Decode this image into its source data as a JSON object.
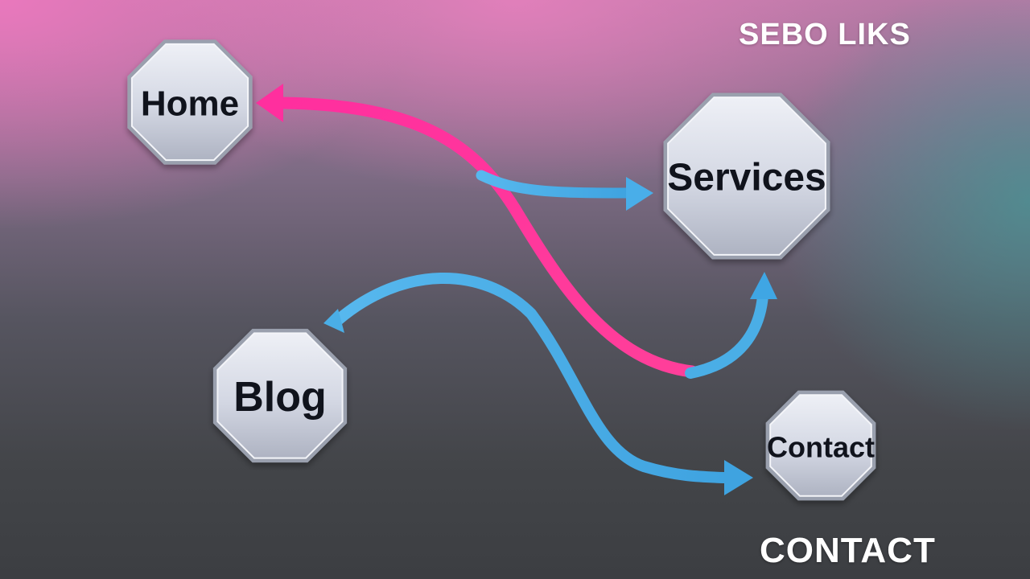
{
  "brand": {
    "text": "SEBO LIKS"
  },
  "footer": {
    "label": "CONTACT"
  },
  "nodes": {
    "home": {
      "label": "Home"
    },
    "services": {
      "label": "Services"
    },
    "blog": {
      "label": "Blog"
    },
    "contact": {
      "label": "Contact"
    }
  },
  "colors": {
    "pink_arrow": "#ff2f9e",
    "blue_arrow": "#3fa9e6",
    "node_fill": "#d2d6e2",
    "node_border": "#9aa0ae"
  }
}
